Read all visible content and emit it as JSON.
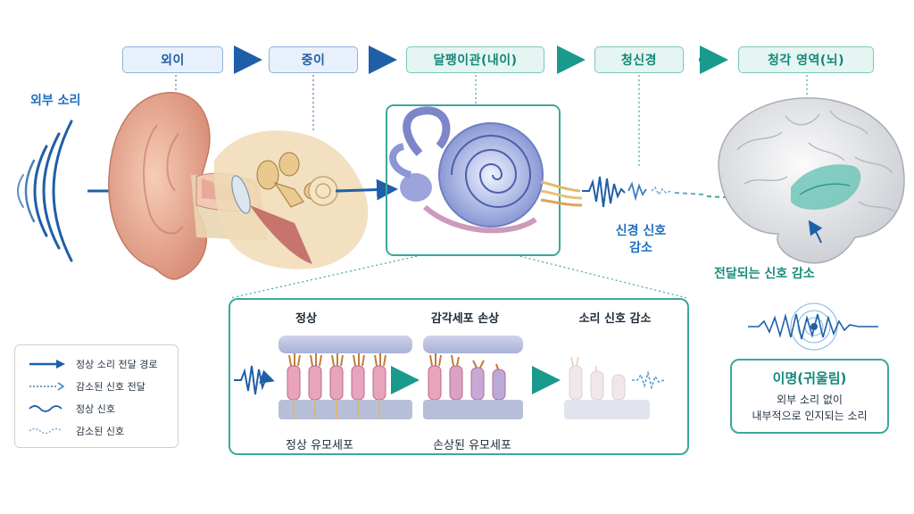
{
  "stages": [
    {
      "label": "외이"
    },
    {
      "label": "중이"
    },
    {
      "label": "달팽이관(내이)"
    },
    {
      "label": "청신경"
    },
    {
      "label": "청각 영역(뇌)"
    }
  ],
  "labels": {
    "external_sound": "외부 소리",
    "nerve_signal_reduction_line1": "신경 신호",
    "nerve_signal_reduction_line2": "감소",
    "transmitted_signal_reduction": "전달되는 신호 감소"
  },
  "hair_cell_panel": {
    "titles": [
      "정상",
      "감각세포 손상",
      "소리 신호 감소"
    ],
    "captions": [
      "정상 유모세포",
      "손상된 유모세포"
    ]
  },
  "legend": [
    {
      "label": "정상 소리 전달 경로",
      "icon": "solid-arrow-icon"
    },
    {
      "label": "감소된 신호 전달",
      "icon": "dashed-arrow-icon"
    },
    {
      "label": "정상 신호",
      "icon": "wave-icon"
    },
    {
      "label": "감소된 신호",
      "icon": "dashed-wave-icon"
    }
  ],
  "tinnitus": {
    "title": "이명(귀울림)",
    "desc_line1": "외부 소리 없이",
    "desc_line2": "내부적으로 인지되는 소리"
  },
  "colors": {
    "blue_accent": "#1f6fbf",
    "teal_accent": "#1a8c80",
    "panel_border": "#3ba89b"
  }
}
